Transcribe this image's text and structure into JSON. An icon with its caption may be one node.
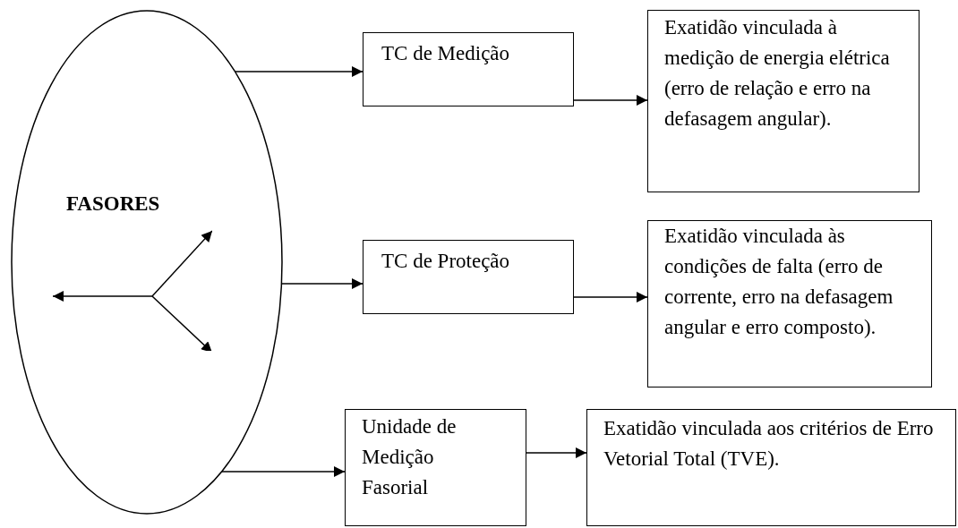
{
  "diagram": {
    "nodes": [
      {
        "text": [
          "FASORES"
        ]
      },
      {
        "text": [
          "TC de Medição"
        ]
      },
      {
        "text": [
          "Exatidão vinculada à medição de energia elétrica (erro de relação e erro na defasagem angular)."
        ]
      },
      {
        "text": [
          "TC de Proteção"
        ]
      },
      {
        "text": [
          "Exatidão vinculada às condições de falta (erro de corrente, erro na defasagem angular e erro composto)."
        ]
      },
      {
        "text": [
          "Unidade de Medição Fasorial"
        ]
      },
      {
        "text": [
          "Exatidão vinculada aos critérios de Erro Vetorial Total (TVE)."
        ]
      }
    ],
    "edges": [
      {
        "from": 0,
        "to": 1,
        "arrow": "to"
      },
      {
        "from": 1,
        "to": 2,
        "arrow": "to"
      },
      {
        "from": 0,
        "to": 3,
        "arrow": "to"
      },
      {
        "from": 3,
        "to": 4,
        "arrow": "to"
      },
      {
        "from": 0,
        "to": 5,
        "arrow": "to"
      },
      {
        "from": 5,
        "to": 6,
        "arrow": "to"
      }
    ]
  }
}
